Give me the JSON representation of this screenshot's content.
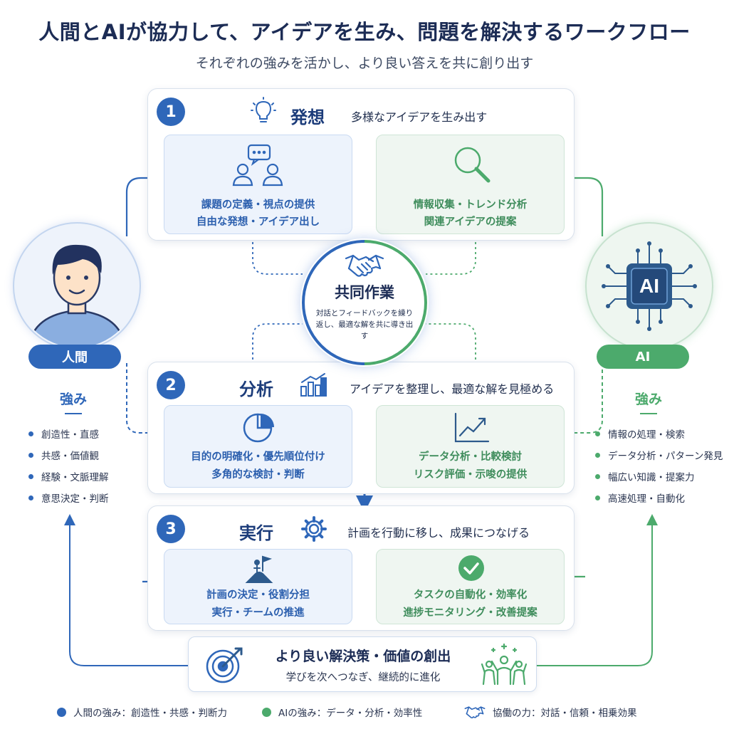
{
  "header": {
    "title": "人間とAIが協力して、アイデアを生み、問題を解決するワークフロー",
    "subtitle": "それぞれの強みを活かし、より良い答えを共に創り出す"
  },
  "human": {
    "label": "人間",
    "strength_heading": "強み",
    "strengths": [
      "創造性・直感",
      "共感・価値観",
      "経験・文脈理解",
      "意思決定・判断"
    ],
    "color": "#2f67b9"
  },
  "ai": {
    "label": "AI",
    "chip_text": "AI",
    "strength_heading": "強み",
    "strengths": [
      "情報の処理・検索",
      "データ分析・パターン発見",
      "幅広い知識・提案力",
      "高速処理・自動化"
    ],
    "color": "#4caa6c"
  },
  "steps": [
    {
      "number": "1",
      "icon": "lightbulb-icon",
      "title": "発想",
      "desc": "多様なアイデアを生み出す",
      "human_card": {
        "icon": "people-chat-icon",
        "lines": [
          "課題の定義・視点の提供",
          "自由な発想・アイデア出し"
        ]
      },
      "ai_card": {
        "icon": "magnifier-icon",
        "lines": [
          "情報収集・トレンド分析",
          "関連アイデアの提案"
        ]
      }
    },
    {
      "number": "2",
      "icon": "bar-chart-icon",
      "title": "分析",
      "desc": "アイデアを整理し、最適な解を見極める",
      "human_card": {
        "icon": "pie-chart-icon",
        "lines": [
          "目的の明確化・優先順位付け",
          "多角的な検討・判断"
        ]
      },
      "ai_card": {
        "icon": "line-chart-icon",
        "lines": [
          "データ分析・比較検討",
          "リスク評価・示唆の提供"
        ]
      }
    },
    {
      "number": "3",
      "icon": "gear-icon",
      "title": "実行",
      "desc": "計画を行動に移し、成果につなげる",
      "human_card": {
        "icon": "flag-summit-icon",
        "lines": [
          "計画の決定・役割分担",
          "実行・チームの推進"
        ]
      },
      "ai_card": {
        "icon": "check-circle-icon",
        "lines": [
          "タスクの自動化・効率化",
          "進捗モニタリング・改善提案"
        ]
      }
    }
  ],
  "collaboration": {
    "icon": "handshake-icon",
    "title": "共同作業",
    "desc": "対話とフィードバックを繰り返し、最適な解を共に導き出す"
  },
  "result": {
    "icon": "target-icon",
    "title": "より良い解決策・価値の創出",
    "desc": "学びを次へつなぎ、継続的に進化"
  },
  "legend": {
    "human": "人間の強み：創造性・共感・判断力",
    "ai": "AIの強み：データ・分析・効率性",
    "collab": "協働の力：対話・信頼・相乗効果"
  }
}
